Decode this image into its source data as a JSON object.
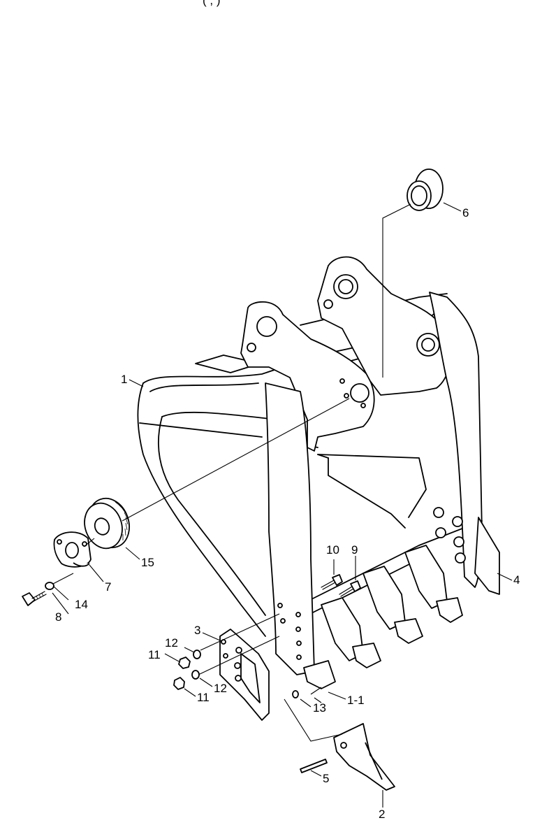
{
  "header": {
    "text": "(                                         ,           )"
  },
  "callouts": {
    "c1": "1",
    "c1_1": "1-1",
    "c2": "2",
    "c3": "3",
    "c4": "4",
    "c5": "5",
    "c6": "6",
    "c7": "7",
    "c8": "8",
    "c9": "9",
    "c10": "10",
    "c11a": "11",
    "c11b": "11",
    "c12a": "12",
    "c12b": "12",
    "c13": "13",
    "c14": "14",
    "c15": "15"
  }
}
